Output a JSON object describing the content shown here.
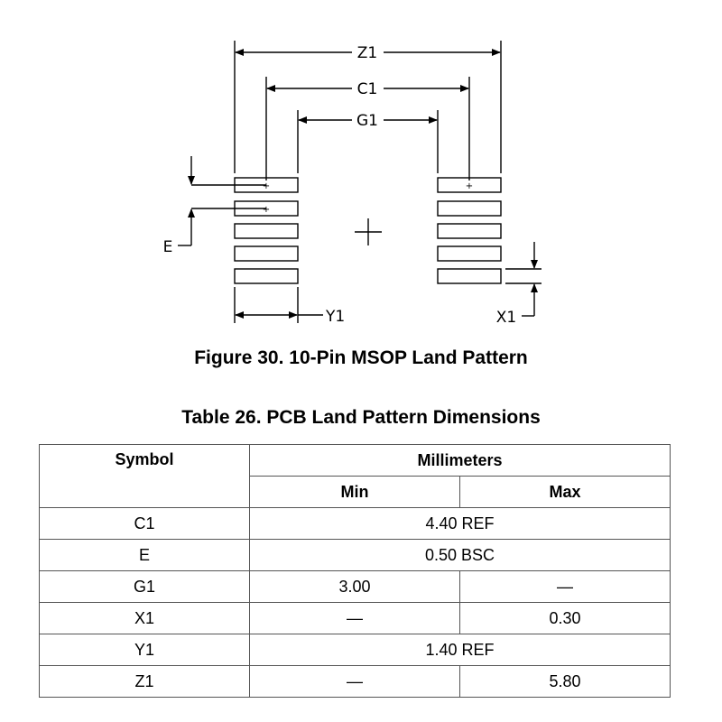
{
  "figure": {
    "caption": "Figure 30. 10-Pin MSOP Land Pattern",
    "labels": {
      "z1": "Z1",
      "c1": "C1",
      "g1": "G1",
      "e": "E",
      "y1": "Y1",
      "x1": "X1"
    },
    "pad_marker": "+"
  },
  "table": {
    "title": "Table 26. PCB Land Pattern Dimensions",
    "headers": {
      "symbol": "Symbol",
      "group": "Millimeters",
      "min": "Min",
      "max": "Max"
    },
    "rows": [
      {
        "symbol": "C1",
        "span": "4.40 REF"
      },
      {
        "symbol": "E",
        "span": "0.50 BSC"
      },
      {
        "symbol": "G1",
        "min": "3.00",
        "max": "—"
      },
      {
        "symbol": "X1",
        "min": "—",
        "max": "0.30"
      },
      {
        "symbol": "Y1",
        "span": "1.40 REF"
      },
      {
        "symbol": "Z1",
        "min": "—",
        "max": "5.80"
      }
    ]
  }
}
